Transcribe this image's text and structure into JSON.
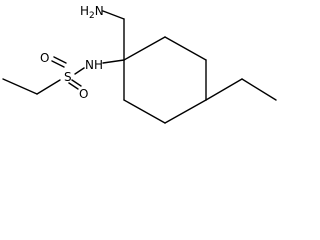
{
  "molecule": {
    "atoms": {
      "aminomethyl_nitrogen": "H2N",
      "sulfonamide_nitrogen": "NH",
      "sulfur": "S",
      "oxygen_top": "O",
      "oxygen_bottom": "O"
    },
    "colors": {
      "bond": "#000000",
      "label": "#000000",
      "background": "#ffffff"
    }
  }
}
